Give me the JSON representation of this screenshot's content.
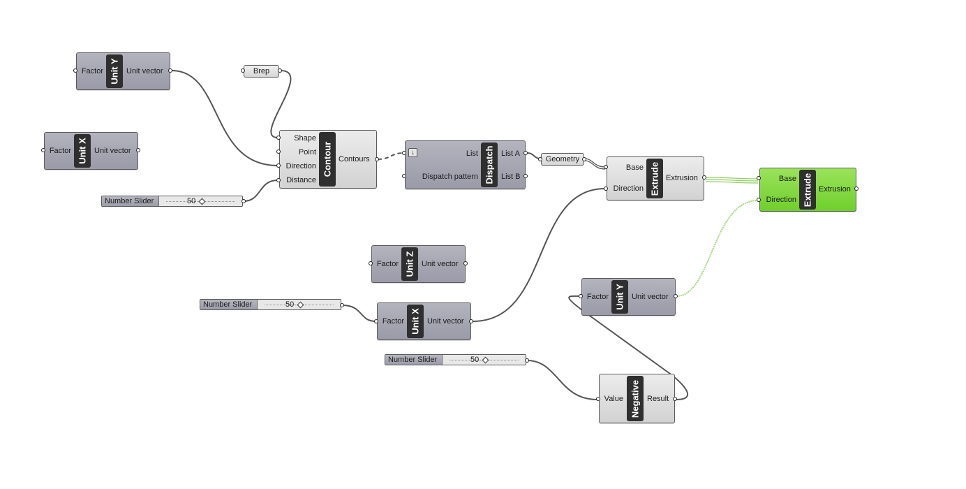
{
  "canvas": {
    "background": "#ffffff"
  },
  "components": {
    "unit_y_top": {
      "nickname": "Unit Y",
      "inputs": [
        "Factor"
      ],
      "outputs": [
        "Unit vector"
      ]
    },
    "unit_x_left": {
      "nickname": "Unit X",
      "inputs": [
        "Factor"
      ],
      "outputs": [
        "Unit vector"
      ]
    },
    "brep": {
      "label": "Brep"
    },
    "contour": {
      "nickname": "Contour",
      "inputs": [
        "Shape",
        "Point",
        "Direction",
        "Distance"
      ],
      "outputs": [
        "Contours"
      ]
    },
    "slider1": {
      "name": "Number Slider",
      "value": "50"
    },
    "dispatch": {
      "nickname": "Dispatch",
      "inputs": [
        "List",
        "Dispatch pattern"
      ],
      "outputs": [
        "List A",
        "List B"
      ],
      "flatten_icon": "down-arrow-icon"
    },
    "geometry": {
      "label": "Geometry"
    },
    "extrude1": {
      "nickname": "Extrude",
      "inputs": [
        "Base",
        "Direction"
      ],
      "outputs": [
        "Extrusion"
      ]
    },
    "extrude2": {
      "nickname": "Extrude",
      "inputs": [
        "Base",
        "Direction"
      ],
      "outputs": [
        "Extrusion"
      ],
      "color": "#7ed63e"
    },
    "unit_z": {
      "nickname": "Unit Z",
      "inputs": [
        "Factor"
      ],
      "outputs": [
        "Unit vector"
      ]
    },
    "slider2": {
      "name": "Number Slider",
      "value": "50"
    },
    "unit_x_mid": {
      "nickname": "Unit X",
      "inputs": [
        "Factor"
      ],
      "outputs": [
        "Unit vector"
      ]
    },
    "unit_y_right": {
      "nickname": "Unit Y",
      "inputs": [
        "Factor"
      ],
      "outputs": [
        "Unit vector"
      ]
    },
    "slider3": {
      "name": "Number Slider",
      "value": "50"
    },
    "negative": {
      "nickname": "Negative",
      "inputs": [
        "Value"
      ],
      "outputs": [
        "Result"
      ]
    }
  },
  "colors": {
    "wire": "#555555",
    "preview_wire": "#7ed63e",
    "component": "#a8a8b4",
    "selected": "#7ed63e"
  }
}
